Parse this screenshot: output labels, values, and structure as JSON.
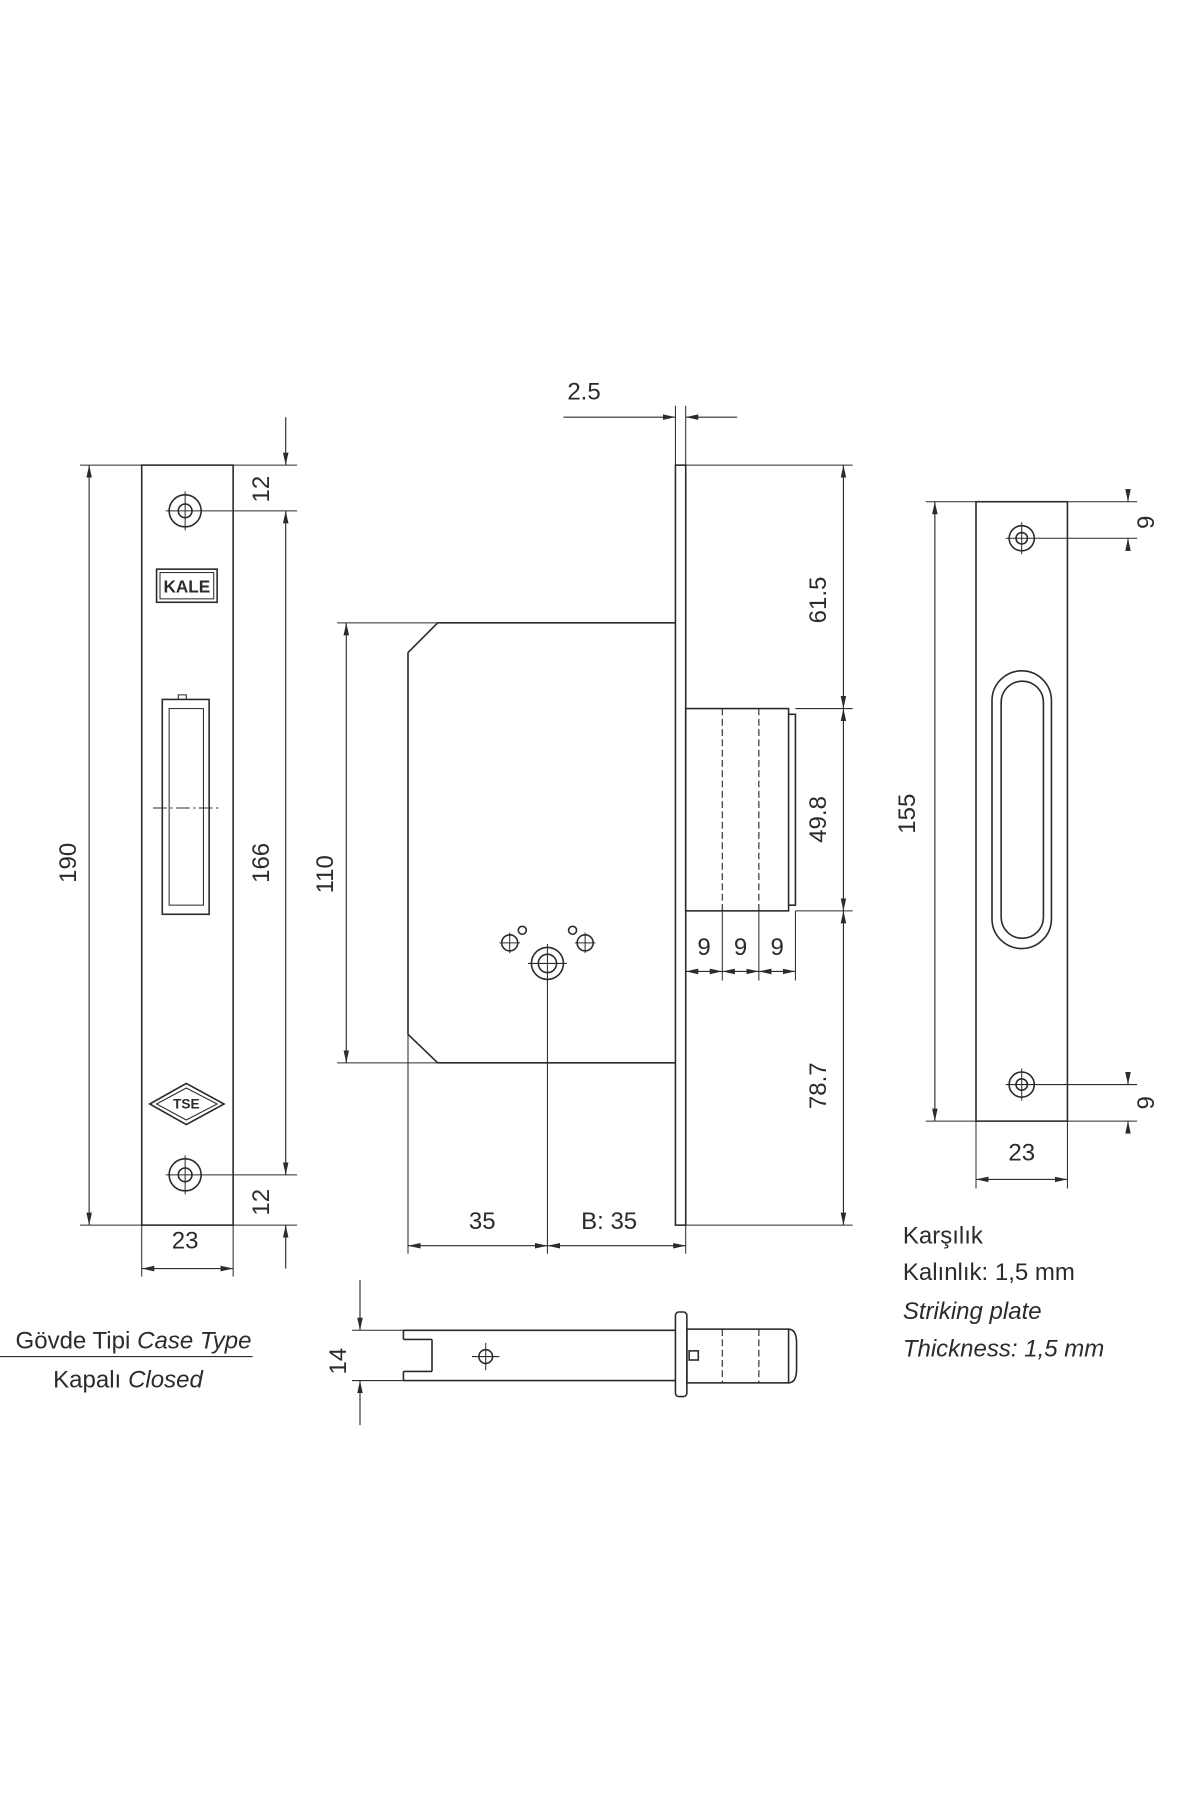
{
  "drawing_color": "#2b2b2b",
  "front_view": {
    "brand_logo": "KALE",
    "certification_mark": "TSE",
    "overall_length": "190",
    "screw_pitch": "166",
    "upper_screw_margin": "12",
    "lower_screw_margin": "12",
    "plate_breadth": "23"
  },
  "side_view": {
    "faceplate_thickness": "2.5",
    "upper_segment": "61.5",
    "bolt_span": "49.8",
    "lower_segment": "78.7",
    "bolt_steps": [
      "9",
      "9",
      "9"
    ],
    "case_span": "110",
    "case_depth": "35",
    "backset": "B: 35"
  },
  "striking_plate_view": {
    "plate_length": "155",
    "upper_hole_margin": "9",
    "lower_hole_margin": "9",
    "plate_breadth": "23"
  },
  "top_view": {
    "case_thickness": "14"
  },
  "case_type": {
    "label_tr": "Gövde Tipi",
    "label_en": "Case Type",
    "value_tr": "Kapalı",
    "value_en": "Closed"
  },
  "striking_plate_note": {
    "title_tr": "Karşılık",
    "thickness_tr": "Kalınlık: 1,5 mm",
    "title_en": "Striking plate",
    "thickness_en": "Thickness: 1,5 mm"
  }
}
